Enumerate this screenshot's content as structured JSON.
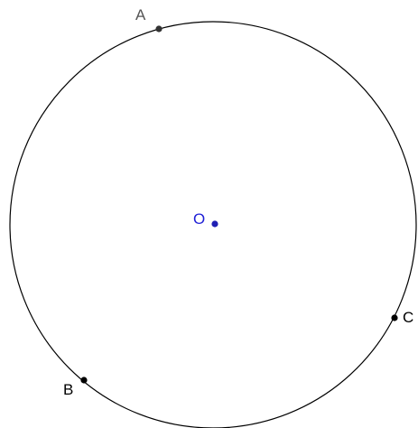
{
  "diagram": {
    "circle": {
      "stroke_color": "#000000"
    },
    "points": [
      {
        "id": "A",
        "label": "A",
        "color": "#333333",
        "label_color": "#555555"
      },
      {
        "id": "B",
        "label": "B",
        "color": "#000000",
        "label_color": "#000000"
      },
      {
        "id": "C",
        "label": "C",
        "color": "#000000",
        "label_color": "#000000"
      },
      {
        "id": "O",
        "label": "O",
        "color": "#1f1fb4",
        "label_color": "#1f1fd6"
      }
    ]
  }
}
